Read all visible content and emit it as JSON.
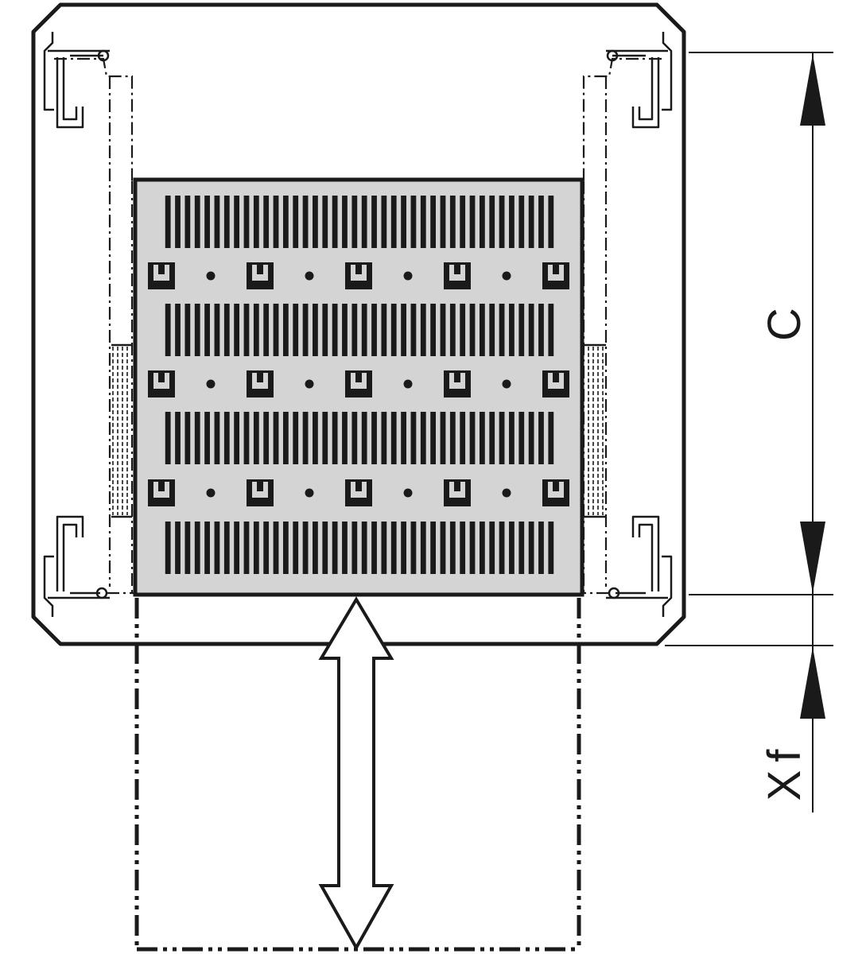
{
  "labels": {
    "dim_c": "C",
    "dim_xf": "Xf"
  },
  "colors": {
    "line": "#1a1a1a",
    "shelf_fill": "#d4d4d4",
    "background": "#ffffff"
  },
  "shelf": {
    "slot_rows": 4,
    "slots_per_row": 40,
    "clip_rows": 3,
    "clips_per_row": 5,
    "holes_per_row": 4
  }
}
